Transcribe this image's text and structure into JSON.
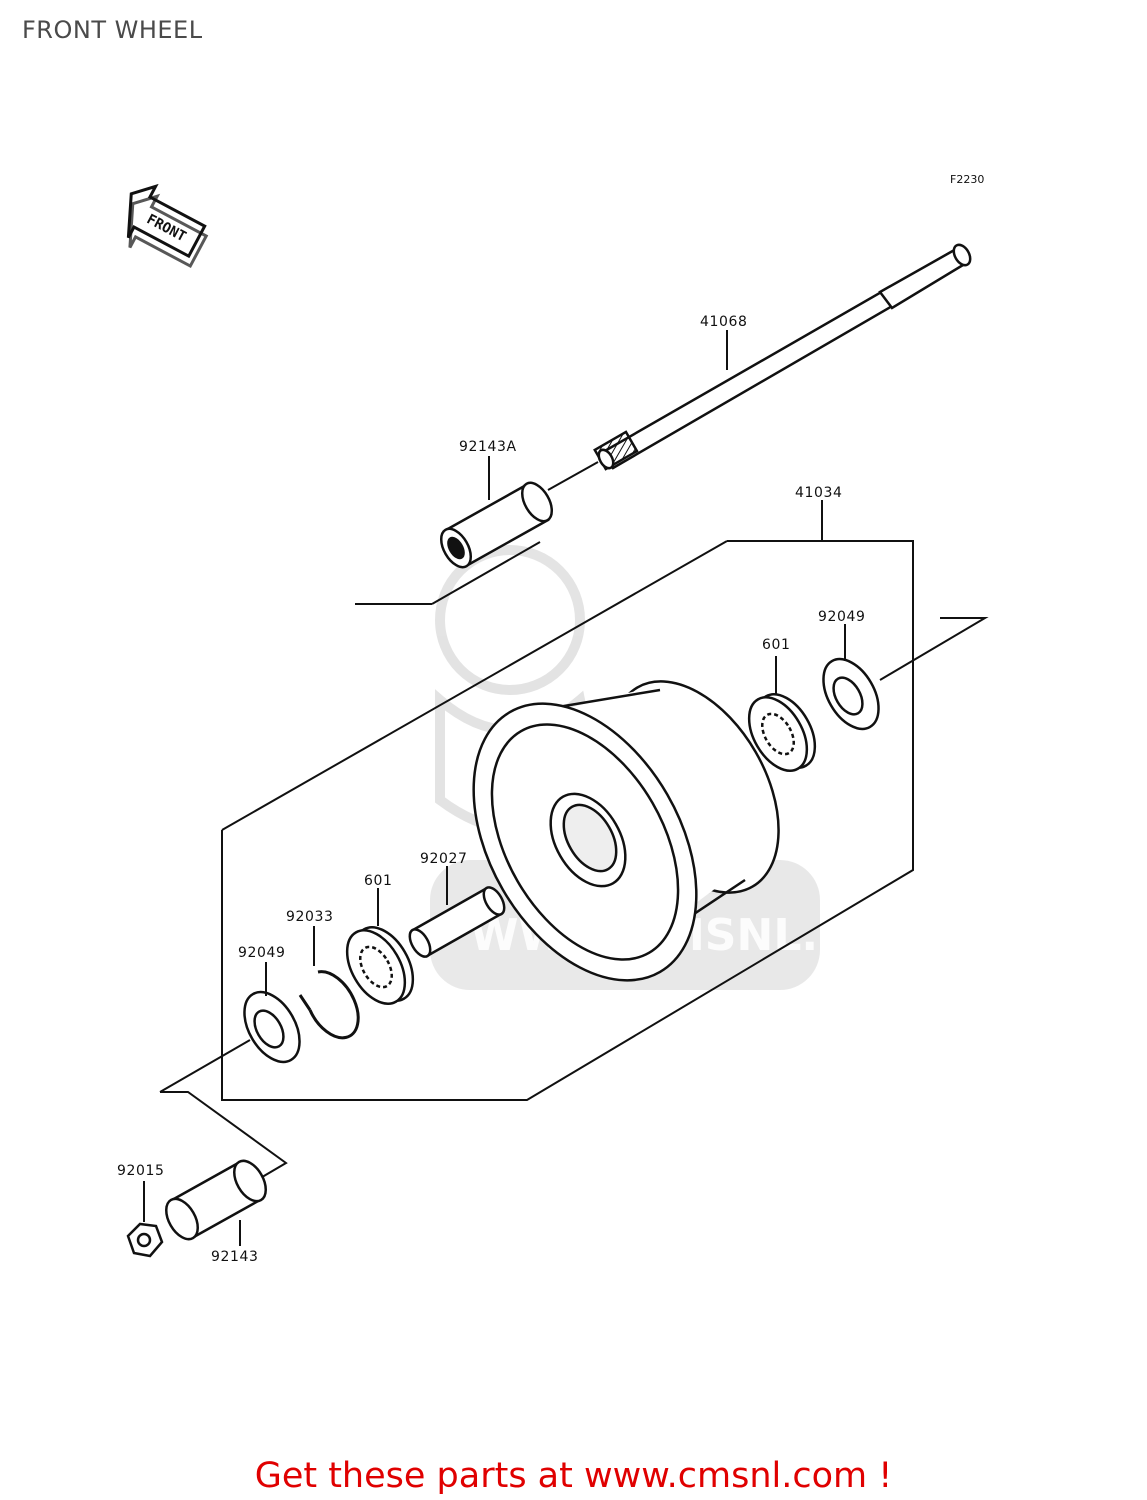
{
  "page": {
    "title": "FRONT WHEEL",
    "diagram_code": "F2230",
    "direction_label": "FRONT",
    "watermark_text": "WWW.CMSNL.COM"
  },
  "parts": [
    {
      "id": "41068",
      "name": "axle"
    },
    {
      "id": "92143A",
      "name": "collar-upper"
    },
    {
      "id": "41034",
      "name": "hub-assembly"
    },
    {
      "id": "92049",
      "name": "oil-seal-right"
    },
    {
      "id": "601",
      "name": "bearing-right"
    },
    {
      "id": "92027",
      "name": "spacer-collar"
    },
    {
      "id": "601",
      "name": "bearing-left"
    },
    {
      "id": "92033",
      "name": "circlip"
    },
    {
      "id": "92049",
      "name": "oil-seal-left"
    },
    {
      "id": "92015",
      "name": "nut"
    },
    {
      "id": "92143",
      "name": "collar-lower"
    }
  ],
  "footer": {
    "cta": "Get these parts at www.cmsnl.com !"
  }
}
